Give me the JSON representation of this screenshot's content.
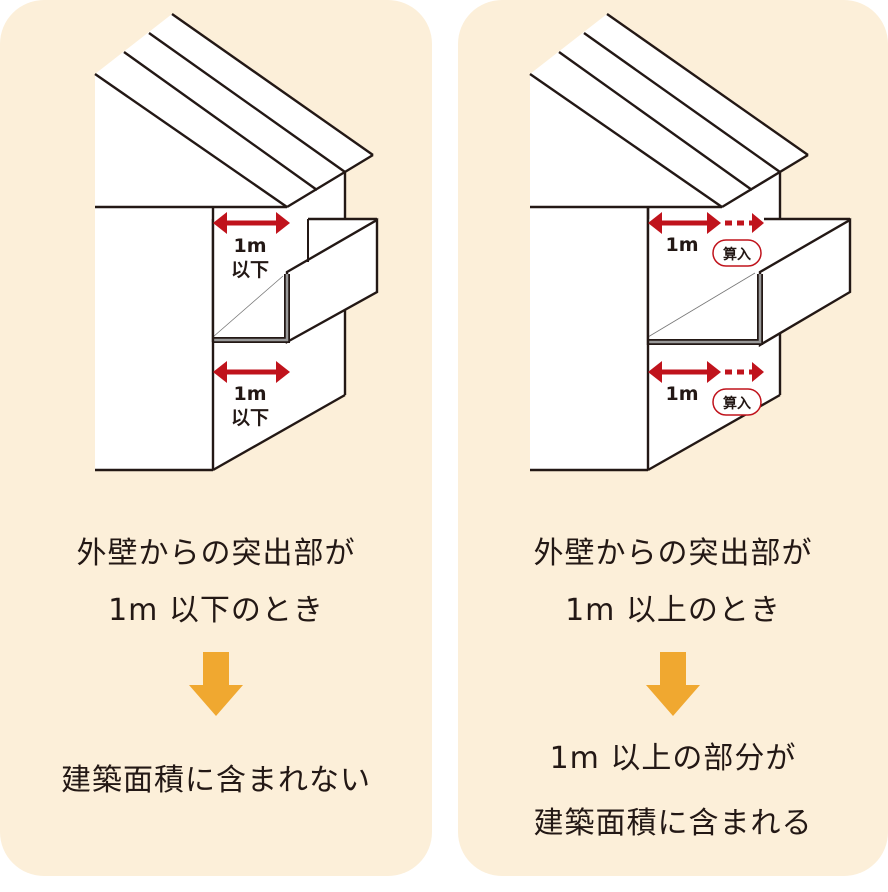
{
  "colors": {
    "panel": "#fcefd9",
    "arrow_red": "#c0131c",
    "down_arrow": "#f0a830",
    "line": "#231815"
  },
  "left": {
    "dim_top": {
      "value": "1m",
      "note": "以下"
    },
    "dim_bottom": {
      "value": "1m",
      "note": "以下"
    },
    "caption_lines": [
      "外壁からの突出部が",
      "1m 以下のとき"
    ],
    "result_lines": [
      "建築面積に含まれない"
    ]
  },
  "right": {
    "dim_top": {
      "value": "1m",
      "badge": "算入"
    },
    "dim_bottom": {
      "value": "1m",
      "badge": "算入"
    },
    "caption_lines": [
      "外壁からの突出部が",
      "1m 以上のとき"
    ],
    "result_lines": [
      "1m 以上の部分が",
      "建築面積に含まれる"
    ]
  }
}
